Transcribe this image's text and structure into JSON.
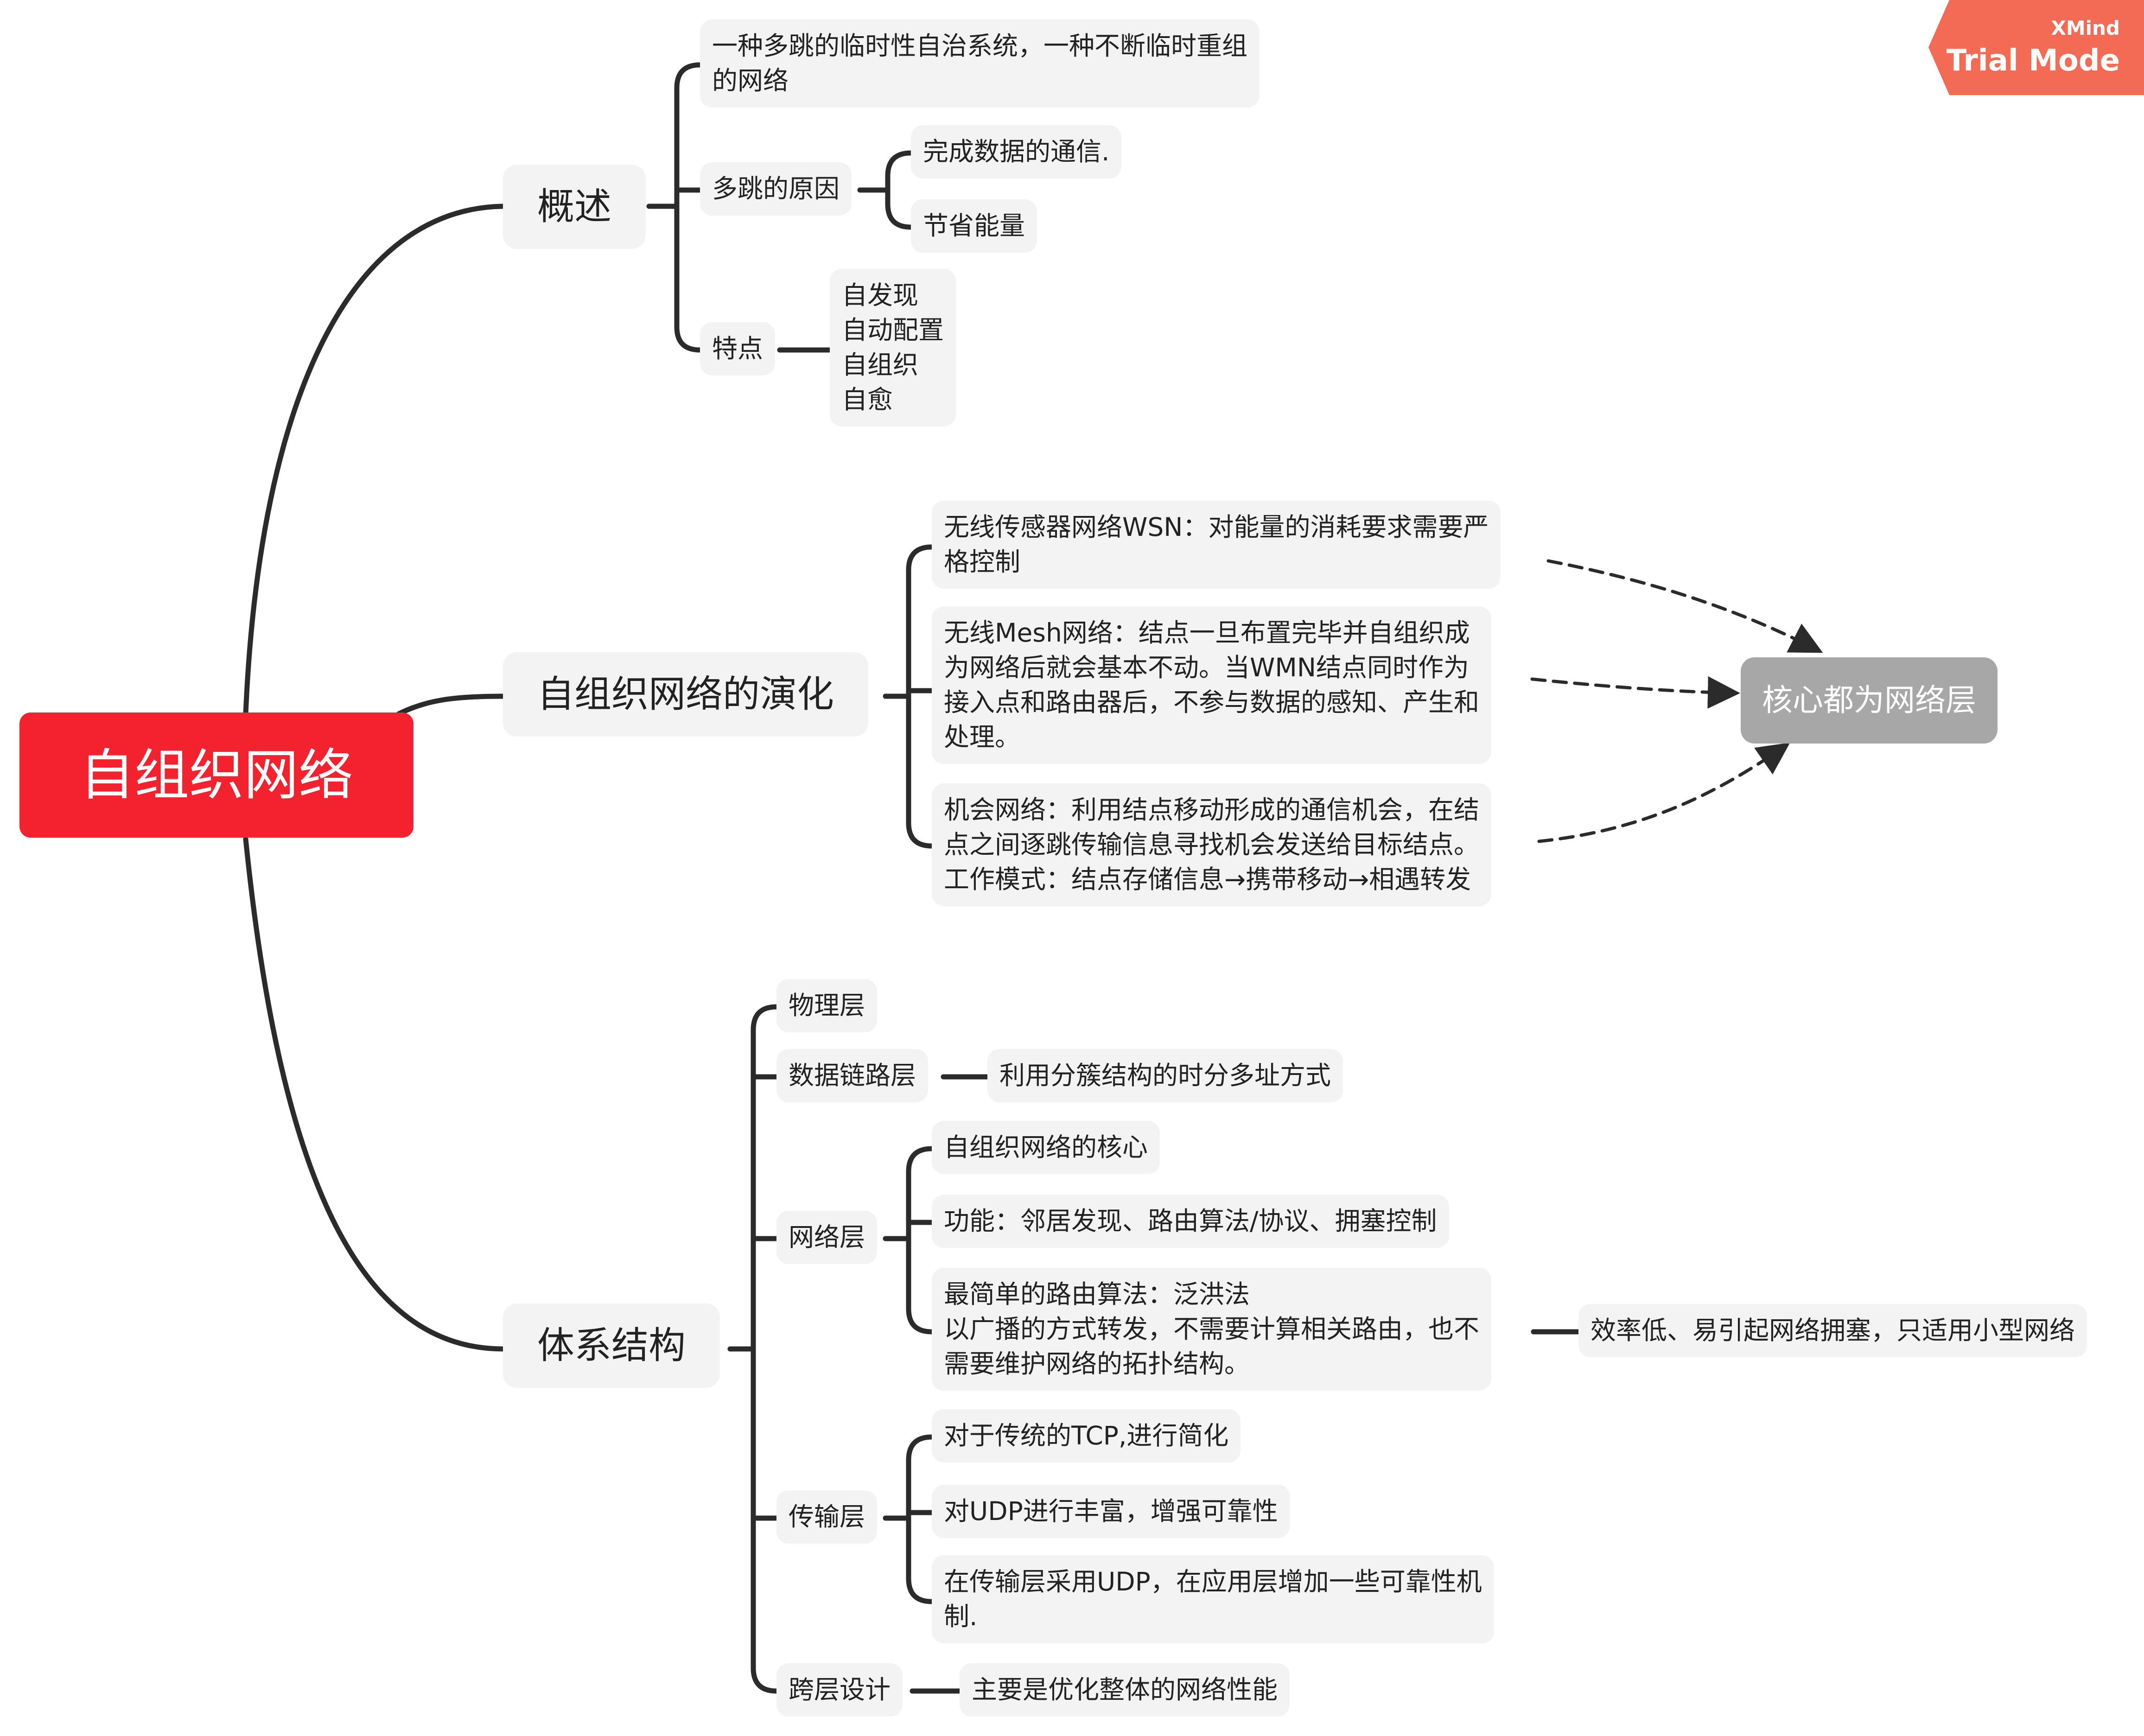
{
  "root": "自组织网络",
  "branches": {
    "overview": {
      "label": "概述",
      "definition": [
        "一种多跳的临时性自治系统，一种不断临时重组",
        "的网络"
      ],
      "multihop": {
        "label": "多跳的原因",
        "reasons": [
          "完成数据的通信.",
          "节省能量"
        ]
      },
      "features": {
        "label": "特点",
        "items": [
          "自发现",
          "自动配置",
          "自组织",
          "自愈"
        ]
      }
    },
    "evolution": {
      "label": "自组织网络的演化",
      "wsn": [
        "无线传感器网络WSN：对能量的消耗要求需要严",
        "格控制"
      ],
      "mesh": [
        "无线Mesh网络：结点一旦布置完毕并自组织成",
        "为网络后就会基本不动。当WMN结点同时作为",
        "接入点和路由器后，不参与数据的感知、产生和",
        "处理。"
      ],
      "opportunistic": [
        "机会网络：利用结点移动形成的通信机会，在结",
        "点之间逐跳传输信息寻找机会发送给目标结点。",
        "工作模式：结点存储信息→携带移动→相遇转发"
      ],
      "hub": "核心都为网络层"
    },
    "architecture": {
      "label": "体系结构",
      "physical": "物理层",
      "datalink": {
        "label": "数据链路层",
        "detail": "利用分簇结构的时分多址方式"
      },
      "network": {
        "label": "网络层",
        "core": "自组织网络的核心",
        "function": "功能：邻居发现、路由算法/协议、拥塞控制",
        "flooding": [
          "最简单的路由算法：泛洪法",
          "以广播的方式转发，不需要计算相关路由，也不",
          "需要维护网络的拓扑结构。"
        ],
        "flooding_note": "效率低、易引起网络拥塞，只适用小型网络"
      },
      "transport": {
        "label": "传输层",
        "items": [
          [
            "对于传统的TCP,进行简化"
          ],
          [
            "对UDP进行丰富，增强可靠性"
          ],
          [
            "在传输层采用UDP，在应用层增加一些可靠性机",
            "制."
          ]
        ]
      },
      "crosslayer": {
        "label": "跨层设计",
        "detail": "主要是优化整体的网络性能"
      }
    }
  },
  "watermark": {
    "brand": "XMind",
    "mode": "Trial Mode"
  },
  "colors": {
    "root": "#f2222e",
    "hub": "#a7a7a7",
    "node": "#f3f3f3",
    "line": "#2b2b2b",
    "badge": "#f46b55"
  }
}
